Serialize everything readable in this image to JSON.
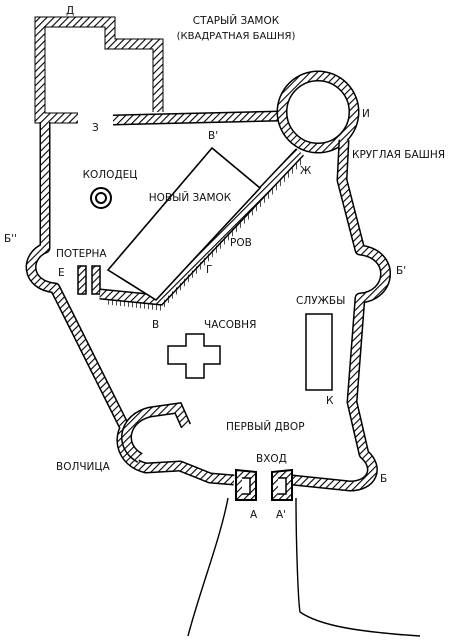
{
  "labels": {
    "old_castle": "СТАРЫЙ ЗАМОК",
    "square_tower": "(КВАДРАТНАЯ БАШНЯ)",
    "well": "КОЛОДЕЦ",
    "new_castle": "НОВЫЙ ЗАМОК",
    "round_tower": "КРУГЛАЯ БАШНЯ",
    "postern": "ПОТЕРНА",
    "moat": "РОВ",
    "services": "СЛУЖБЫ",
    "chapel": "ЧАСОВНЯ",
    "first_court": "ПЕРВЫЙ ДВОР",
    "wolf": "ВОЛЧИЦА",
    "entrance": "ВХОД"
  },
  "letters": {
    "d": "Д",
    "z": "З",
    "v_prime": "В'",
    "i": "И",
    "zh": "Ж",
    "b_dprime": "Б''",
    "b_prime": "Б'",
    "e": "Е",
    "g": "Г",
    "v": "В",
    "k": "К",
    "b": "Б",
    "a": "А",
    "a_prime": "А'"
  }
}
